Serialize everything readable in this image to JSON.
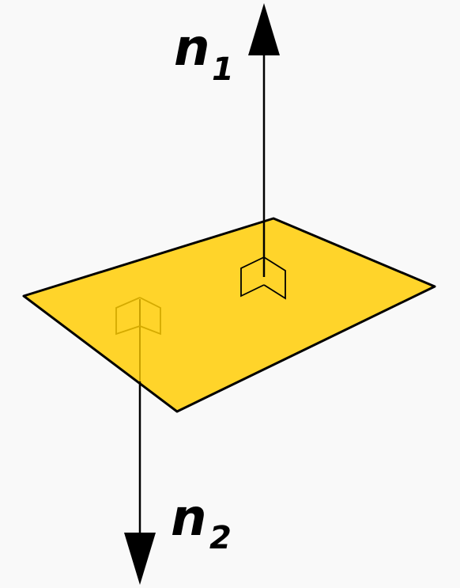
{
  "labels": {
    "n1": {
      "main": "n",
      "sub": "1"
    },
    "n2": {
      "main": "n",
      "sub": "2"
    }
  },
  "colors": {
    "background": "#f9f9f9",
    "plane_fill": "#ffd42a",
    "plane_stroke": "#000000",
    "vector": "#000000",
    "hidden_marker": "#d4aa00"
  }
}
